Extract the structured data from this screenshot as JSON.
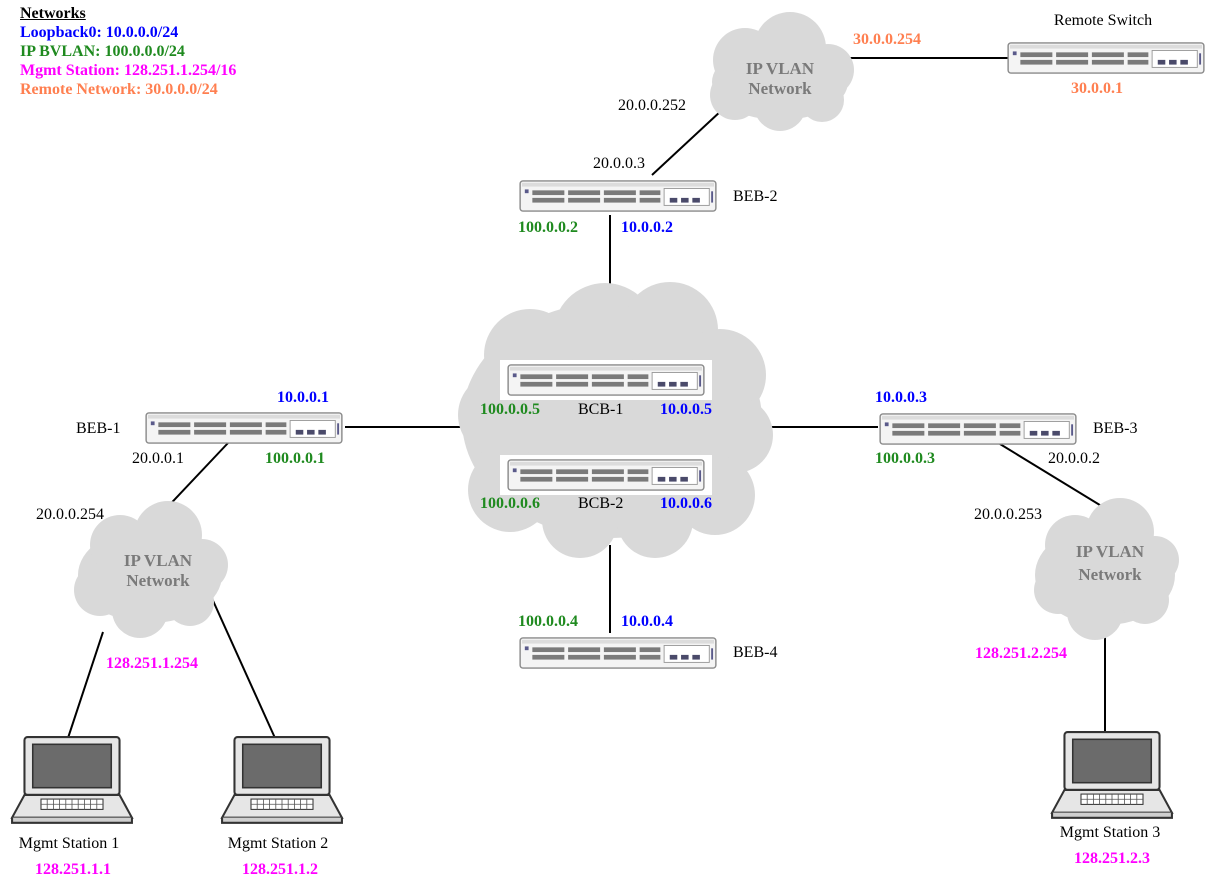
{
  "legend": {
    "title": "Networks",
    "items": [
      {
        "text": "Loopback0: 10.0.0.0/24",
        "color": "#0000ff"
      },
      {
        "text": "IP BVLAN: 100.0.0.0/24",
        "color": "#1f8a1f"
      },
      {
        "text": "Mgmt Station: 128.251.1.254/16",
        "color": "#ff00ff"
      },
      {
        "text": "Remote Network: 30.0.0.0/24",
        "color": "#ff7f50"
      }
    ]
  },
  "colors": {
    "loopback": "#0000ff",
    "bvlan": "#1f8a1f",
    "mgmt": "#ff00ff",
    "remote": "#ff7f50",
    "cloud": "#d9d9d9",
    "cloud_text": "#7a7a7a"
  },
  "clouds": {
    "top": {
      "line1": "IP VLAN",
      "line2": "Network"
    },
    "left": {
      "line1": "IP VLAN",
      "line2": "Network"
    },
    "right": {
      "line1": "IP VLAN",
      "line2": "Network"
    }
  },
  "devices": {
    "remote_switch": {
      "name": "Remote Switch",
      "ip": "30.0.0.1"
    },
    "beb1": {
      "name": "BEB-1",
      "loopback": "10.0.0.1",
      "bvlan": "100.0.0.1",
      "ipvlan": "20.0.0.1"
    },
    "beb2": {
      "name": "BEB-2",
      "loopback": "10.0.0.2",
      "bvlan": "100.0.0.2",
      "ipvlan": "20.0.0.3"
    },
    "beb3": {
      "name": "BEB-3",
      "loopback": "10.0.0.3",
      "bvlan": "100.0.0.3",
      "ipvlan": "20.0.0.2"
    },
    "beb4": {
      "name": "BEB-4",
      "loopback": "10.0.0.4",
      "bvlan": "100.0.0.4"
    },
    "bcb1": {
      "name": "BCB-1",
      "loopback": "10.0.0.5",
      "bvlan": "100.0.0.5"
    },
    "bcb2": {
      "name": "BCB-2",
      "loopback": "10.0.0.6",
      "bvlan": "100.0.0.6"
    }
  },
  "gateways": {
    "top_beb": "20.0.0.252",
    "top_remote": "30.0.0.254",
    "left_beb": "20.0.0.254",
    "left_mgmt": "128.251.1.254",
    "right_beb": "20.0.0.253",
    "right_mgmt": "128.251.2.254"
  },
  "stations": {
    "s1": {
      "name": "Mgmt Station 1",
      "ip": "128.251.1.1"
    },
    "s2": {
      "name": "Mgmt Station 2",
      "ip": "128.251.1.2"
    },
    "s3": {
      "name": "Mgmt Station 3",
      "ip": "128.251.2.3"
    }
  }
}
